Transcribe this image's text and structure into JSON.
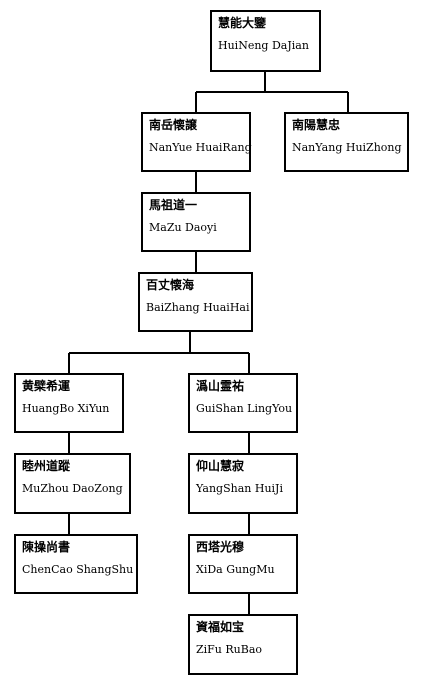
{
  "nodes": {
    "huineng": {
      "cn": "慧能大鑒",
      "py": "HuiNeng DaJian"
    },
    "nanyue": {
      "cn": "南岳懐譲",
      "py": "NanYue HuaiRang"
    },
    "nanyang": {
      "cn": "南陽慧忠",
      "py": "NanYang HuiZhong"
    },
    "mazu": {
      "cn": "馬祖道一",
      "py": "MaZu Daoyi"
    },
    "baizhang": {
      "cn": "百丈懐海",
      "py": "BaiZhang HuaiHai"
    },
    "huangbo": {
      "cn": "黄檗希運",
      "py": "HuangBo XiYun"
    },
    "guishan": {
      "cn": "潙山霊祐",
      "py": "GuiShan LingYou"
    },
    "muzhou": {
      "cn": "睦州道蹤",
      "py": "MuZhou DaoZong"
    },
    "yangshan": {
      "cn": "仰山慧寂",
      "py": "YangShan HuiJi"
    },
    "chencao": {
      "cn": "陳操尚書",
      "py": "ChenCao ShangShu"
    },
    "xida": {
      "cn": "西塔光穆",
      "py": "XiDa GungMu"
    },
    "zifu": {
      "cn": "資福如宝",
      "py": "ZiFu RuBao"
    }
  }
}
